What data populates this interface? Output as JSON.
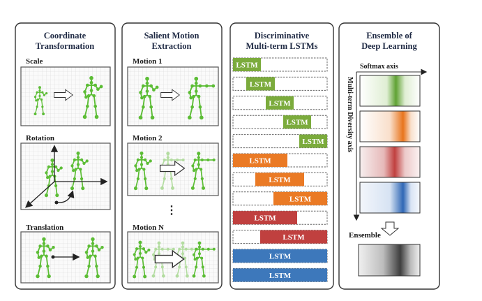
{
  "colors": {
    "green": "#7bab3c",
    "orange": "#ea7a25",
    "red": "#c0403f",
    "blue": "#3d78bb",
    "skeleton": "#5cbd35"
  },
  "panels": [
    {
      "title_line1": "Coordinate",
      "title_line2": "Transformation",
      "sections": [
        "Scale",
        "Rotation",
        "Translation"
      ]
    },
    {
      "title_line1": "Salient Motion",
      "title_line2": "Extraction",
      "sections": [
        "Motion 1",
        "Motion 2",
        "Motion N"
      ],
      "ellipsis": "⋮"
    },
    {
      "title_line1": "Discriminative",
      "title_line2": "Multi-term LSTMs",
      "lstm_label": "LSTM"
    },
    {
      "title_line1": "Ensemble of",
      "title_line2": "Deep Learning",
      "x_axis": "Softmax axis",
      "y_axis": "Multi-term Diversity axis",
      "ensemble_label": "Ensemble"
    }
  ]
}
